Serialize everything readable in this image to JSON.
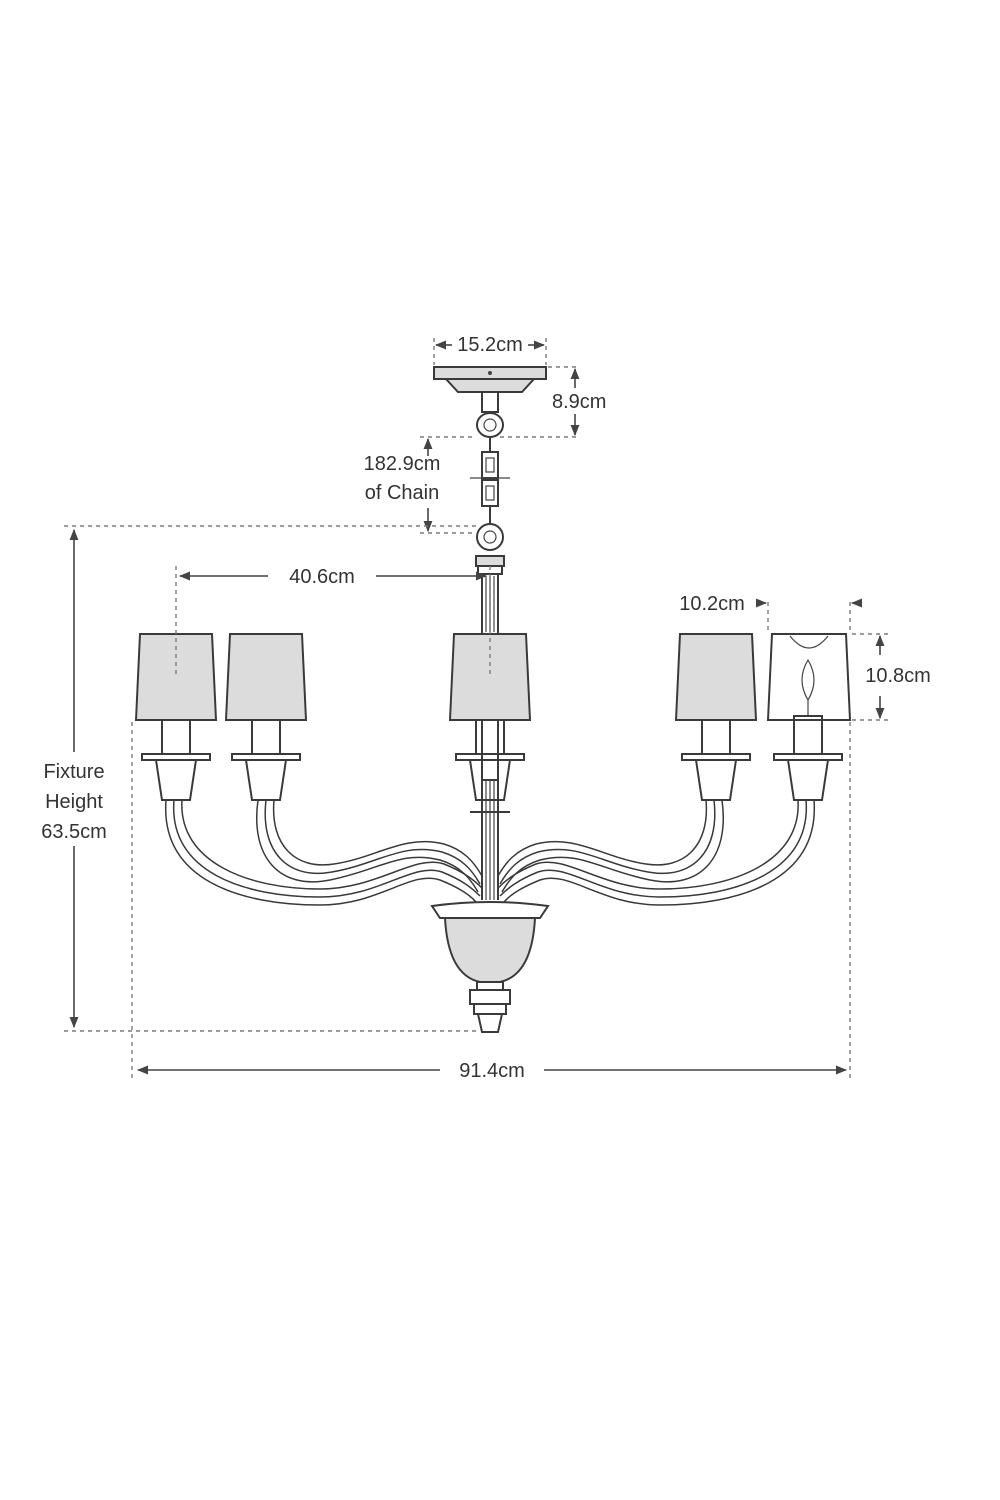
{
  "dimensions": {
    "canopy_width": "15.2cm",
    "canopy_height": "8.9cm",
    "chain_length_line1": "182.9cm",
    "chain_length_line2": "of Chain",
    "arm_reach": "40.6cm",
    "shade_width": "10.2cm",
    "shade_height": "10.8cm",
    "fixture_height_line1": "Fixture",
    "fixture_height_line2": "Height",
    "fixture_height_line3": "63.5cm",
    "overall_width": "91.4cm"
  },
  "colors": {
    "line": "#3a3a3a",
    "dimension": "#444444",
    "shade_fill": "#dcdcdc",
    "background": "#ffffff"
  }
}
